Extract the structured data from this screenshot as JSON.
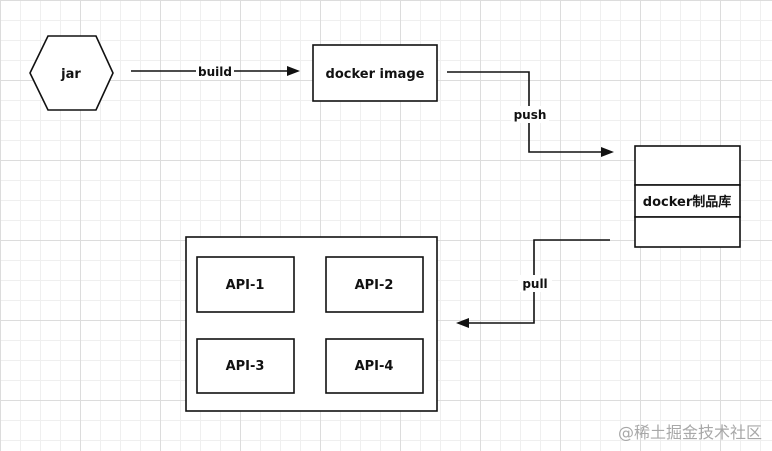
{
  "nodes": {
    "jar": "jar",
    "docker_image": "docker image",
    "registry": "docker制品库",
    "api1": "API-1",
    "api2": "API-2",
    "api3": "API-3",
    "api4": "API-4"
  },
  "edges": {
    "build": "build",
    "push": "push",
    "pull": "pull"
  },
  "watermark": "@稀土掘金技术社区"
}
